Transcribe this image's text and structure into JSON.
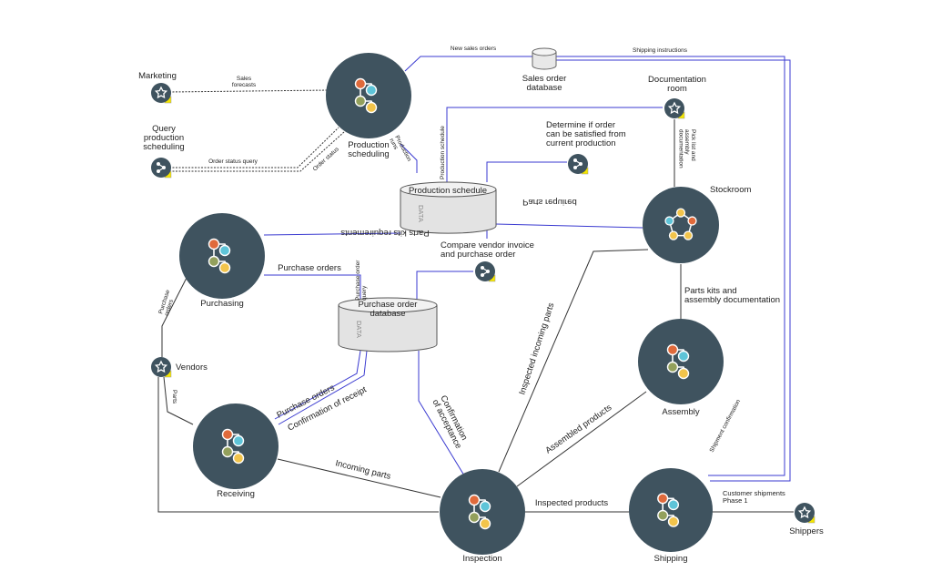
{
  "processes": {
    "production_scheduling": {
      "label": "Production\nscheduling"
    },
    "purchasing": {
      "label": "Purchasing"
    },
    "receiving": {
      "label": "Receiving"
    },
    "inspection": {
      "label": "Inspection"
    },
    "shipping": {
      "label": "Shipping"
    },
    "assembly": {
      "label": "Assembly"
    },
    "stockroom": {
      "label": "Stockroom"
    }
  },
  "externals": {
    "marketing": {
      "label": "Marketing"
    },
    "vendors": {
      "label": "Vendors"
    },
    "shippers": {
      "label": "Shippers"
    },
    "documentation_room": {
      "label": "Documentation\nroom"
    }
  },
  "queries": {
    "query_production": {
      "label": "Query\nproduction\nscheduling"
    },
    "determine_order": {
      "label": "Determine if order\ncan be satisfied from\ncurrent production"
    },
    "compare_invoice": {
      "label": "Compare vendor invoice\nand purchase order"
    }
  },
  "stores": {
    "production_schedule": {
      "label": "Production schedule",
      "watermark": "DATA"
    },
    "purchase_order_db": {
      "label": "Purchase order\ndatabase",
      "watermark": "DATA"
    },
    "sales_order_db": {
      "label": "Sales order\ndatabase"
    }
  },
  "flows": {
    "sales_forecasts": "Sales\nforecasts",
    "order_status_query": "Order status query",
    "order_status": "Order status",
    "new_sales_orders": "New sales orders",
    "shipping_instructions": "Shipping instructions",
    "production_schedule": "Production schedule",
    "production_runs": "Production\nruns",
    "parts_required": "Parts required",
    "parts_kits_requirements": "Parts kits requirements",
    "purchase_orders": "Purchase orders",
    "purchase_orders_vertical": "Purchase\norders",
    "purchase_order_query": "Purchase order\nquery",
    "purchase_orders_receiving": "Purchase orders",
    "confirmation_receipt": "Confirmation of receipt",
    "confirmation_acceptance": "Confirmation\nof acceptance",
    "parts": "Parts",
    "incoming_parts": "Incoming parts",
    "inspected_incoming_parts": "Inspected incoming parts",
    "assembled_products": "Assembled products",
    "inspected_products": "Inspected products",
    "parts_kits_documentation": "Parts kits and\nassembly documentation",
    "pick_list": "Pick list and\nassembly\ndocumentation",
    "shipment_confirmation": "Shipment confirmation",
    "customer_shipments": "Customer shipments\nPhase 1"
  },
  "colors": {
    "process_fill": "#3f535f",
    "dot_orange": "#e06a3b",
    "dot_blue": "#5ec4d8",
    "dot_olive": "#93a05c",
    "dot_yellow": "#f2c44b",
    "flow_blue": "#3a3ad0",
    "flag_yellow": "#f5e600"
  }
}
